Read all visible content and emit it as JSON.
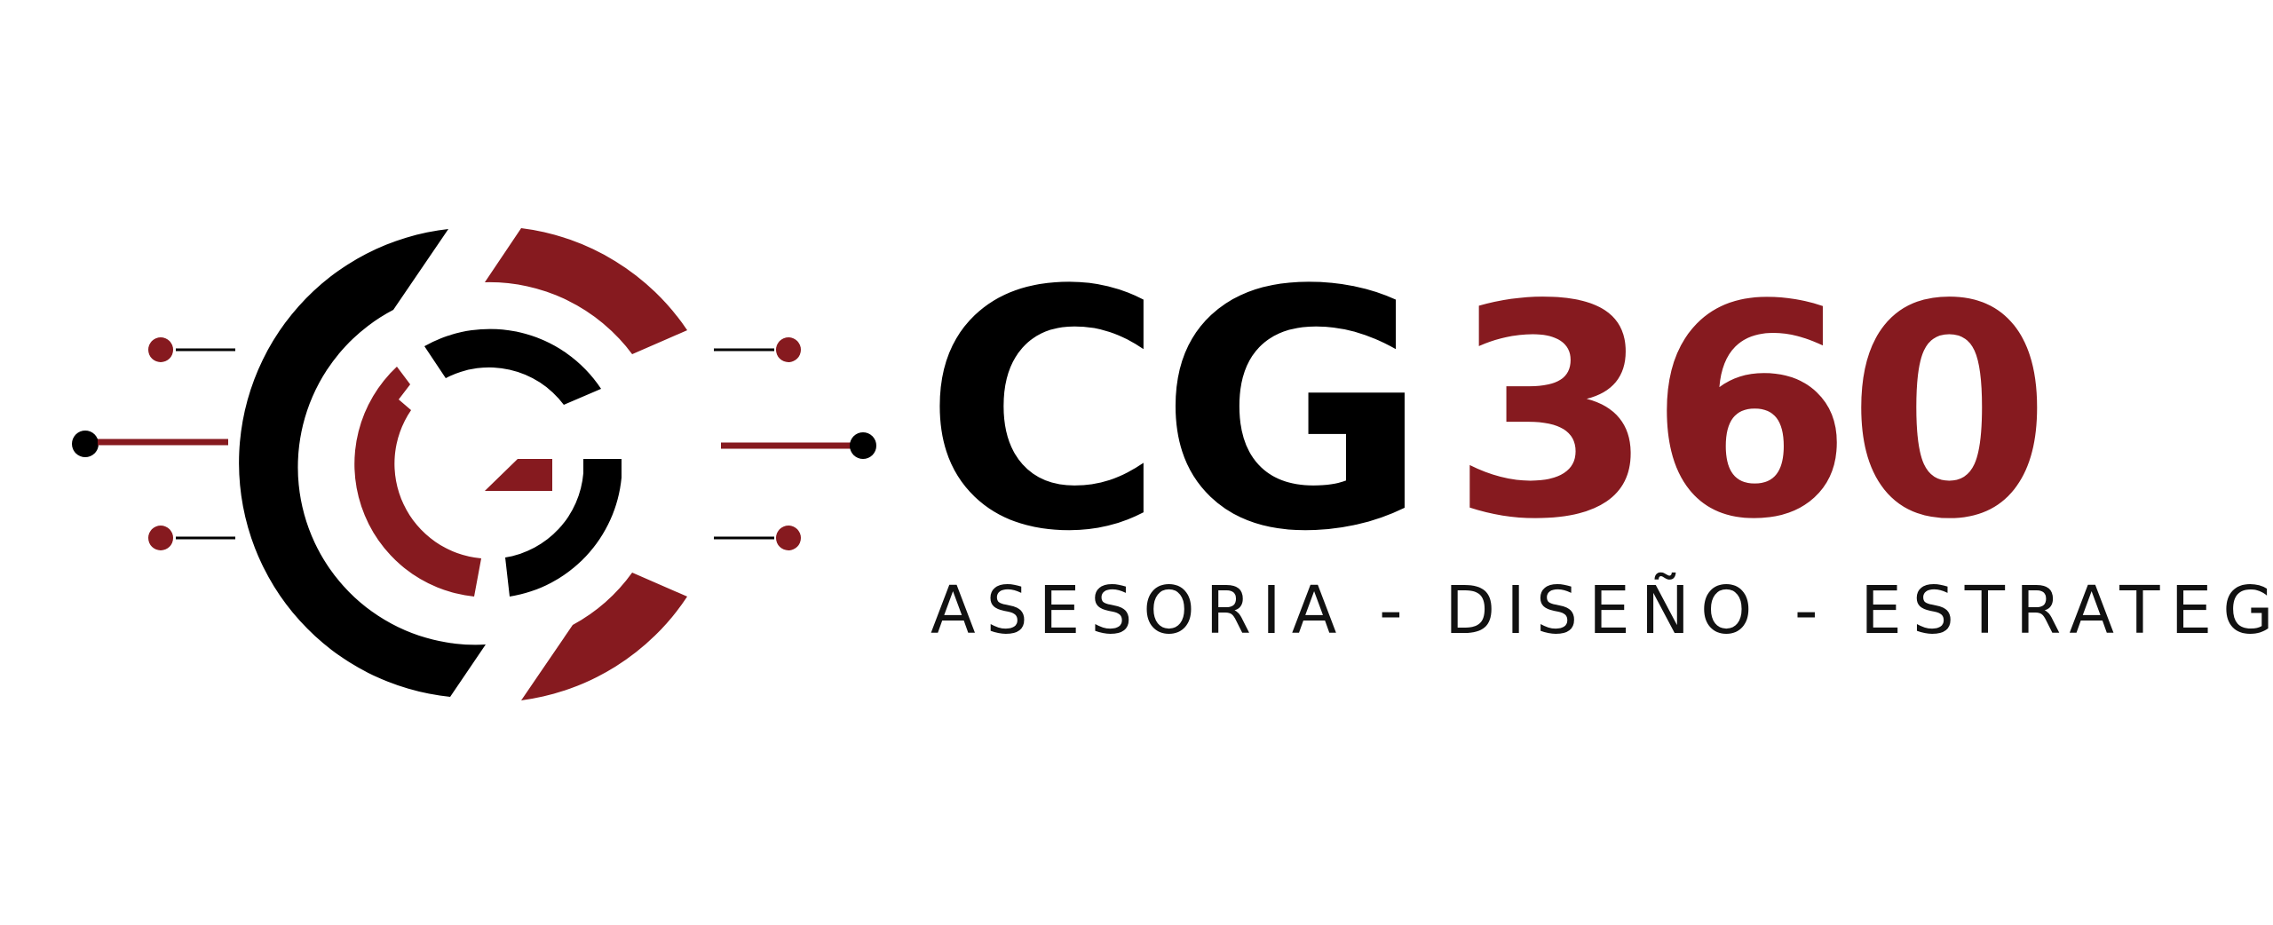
{
  "brand": {
    "name_primary": "CG",
    "name_secondary": "360",
    "tagline": "ASESORIA - DISEÑO - ESTRATEGÍA"
  },
  "colors": {
    "black": "#000000",
    "accent": "#861a1f",
    "background": "#ffffff"
  },
  "emblem": {
    "icon": "circuit-g-emblem-icon"
  }
}
